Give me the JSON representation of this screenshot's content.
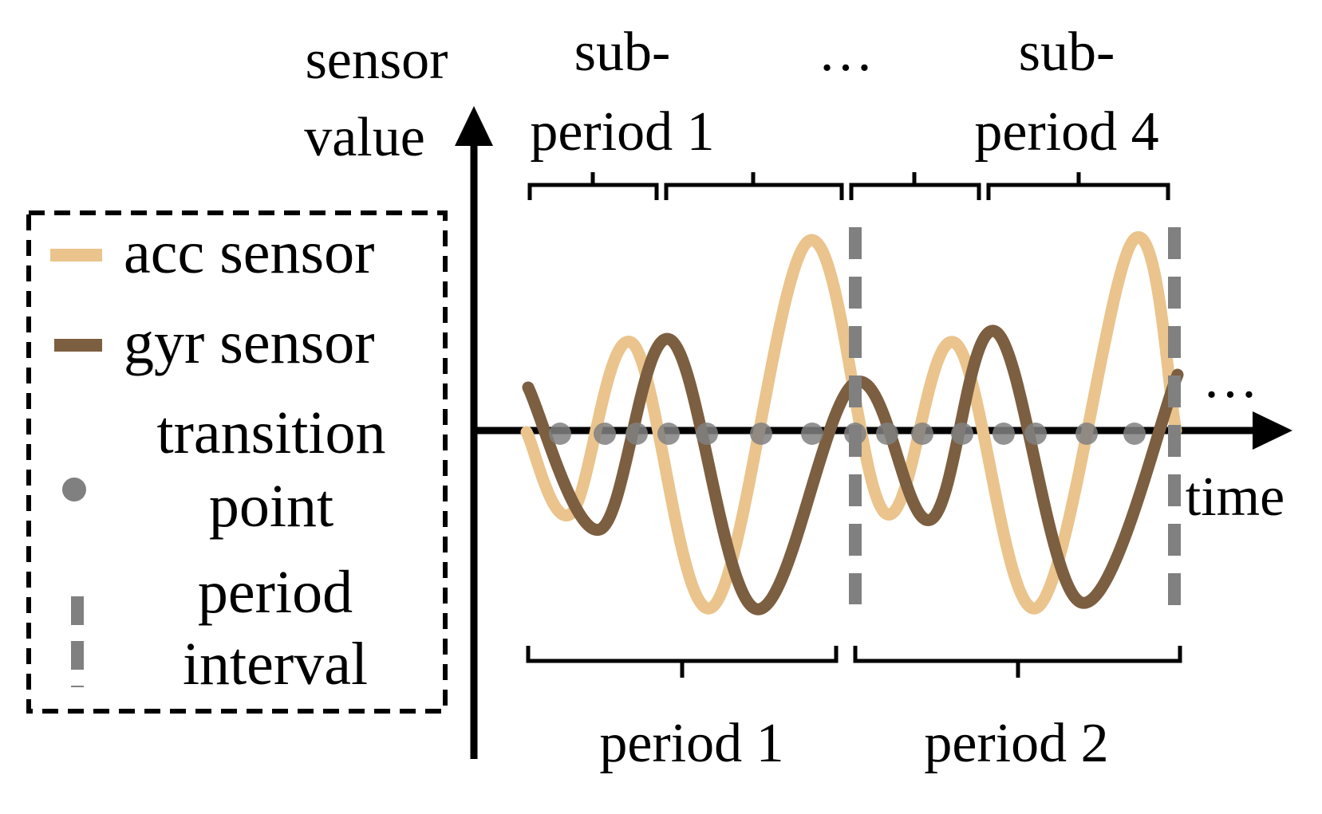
{
  "axis": {
    "y_label_line1": "sensor",
    "y_label_line2": "value",
    "x_label": "time",
    "ellipsis_top": "…",
    "ellipsis_right": "…"
  },
  "sub_periods": {
    "first": {
      "line1": "sub-",
      "line2": "period 1"
    },
    "last": {
      "line1": "sub-",
      "line2": "period 4"
    }
  },
  "periods": {
    "first": "period 1",
    "second": "period 2"
  },
  "legend": {
    "acc": "acc sensor",
    "gyr": "gyr sensor",
    "transition_line1": "transition",
    "transition_line2": "point",
    "interval_line1": "period",
    "interval_line2": "interval"
  },
  "colors": {
    "acc": "#EAC48C",
    "gyr": "#7C5E40",
    "transition_point": "#808080",
    "period_interval": "#808080",
    "axis": "#000000"
  },
  "legend_icons": {
    "acc": "orange-line-icon",
    "gyr": "brown-line-icon",
    "transition": "gray-dot-icon",
    "interval": "gray-dashed-line-icon"
  }
}
